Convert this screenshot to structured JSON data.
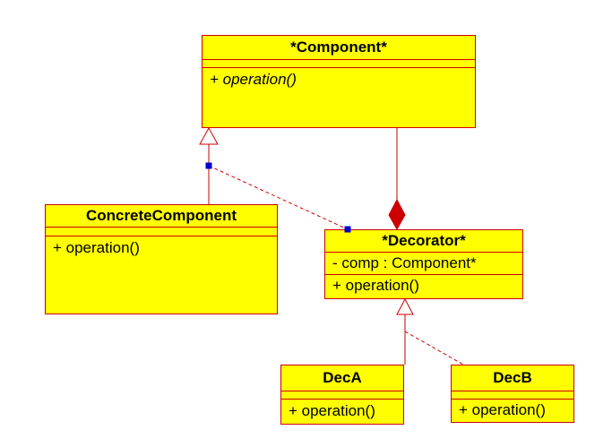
{
  "colors": {
    "fill": "#ffff00",
    "stroke": "#cc0000",
    "handle": "#0000cc",
    "text": "#000000"
  },
  "classes": {
    "component": {
      "name": "*Component*",
      "operation": "+ operation()"
    },
    "concrete": {
      "name": "ConcreteComponent",
      "operation": "+ operation()"
    },
    "decorator": {
      "name": "*Decorator*",
      "attribute": "- comp : Component*",
      "operation": "+ operation()"
    },
    "deca": {
      "name": "DecA",
      "operation": "+ operation()"
    },
    "decb": {
      "name": "DecB",
      "operation": "+ operation()"
    }
  },
  "relations": [
    {
      "type": "generalization",
      "from": "ConcreteComponent",
      "to": "*Component*"
    },
    {
      "type": "composition",
      "from": "*Decorator*",
      "to": "*Component*"
    },
    {
      "type": "generalization",
      "from": "DecA",
      "to": "*Decorator*"
    },
    {
      "type": "generalization",
      "from": "DecB",
      "to": "*Decorator*"
    }
  ]
}
